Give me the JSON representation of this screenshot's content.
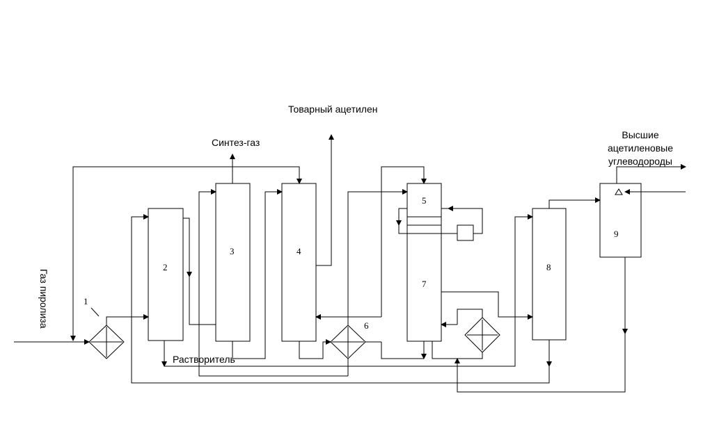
{
  "labels": {
    "product_acetylene": "Товарный ацетилен",
    "synthesis_gas": "Синтез-газ",
    "higher_acetylenes": [
      "Высшие",
      "ацетиленовые",
      "углеводороды"
    ],
    "pyrolysis_gas": "Газ пиролиза",
    "solvent": "Растворитель"
  },
  "units": {
    "u1": "1",
    "u2": "2",
    "u3": "3",
    "u4": "4",
    "u5": "5",
    "u6": "6",
    "u7": "7",
    "u8": "8",
    "u9": "9"
  }
}
